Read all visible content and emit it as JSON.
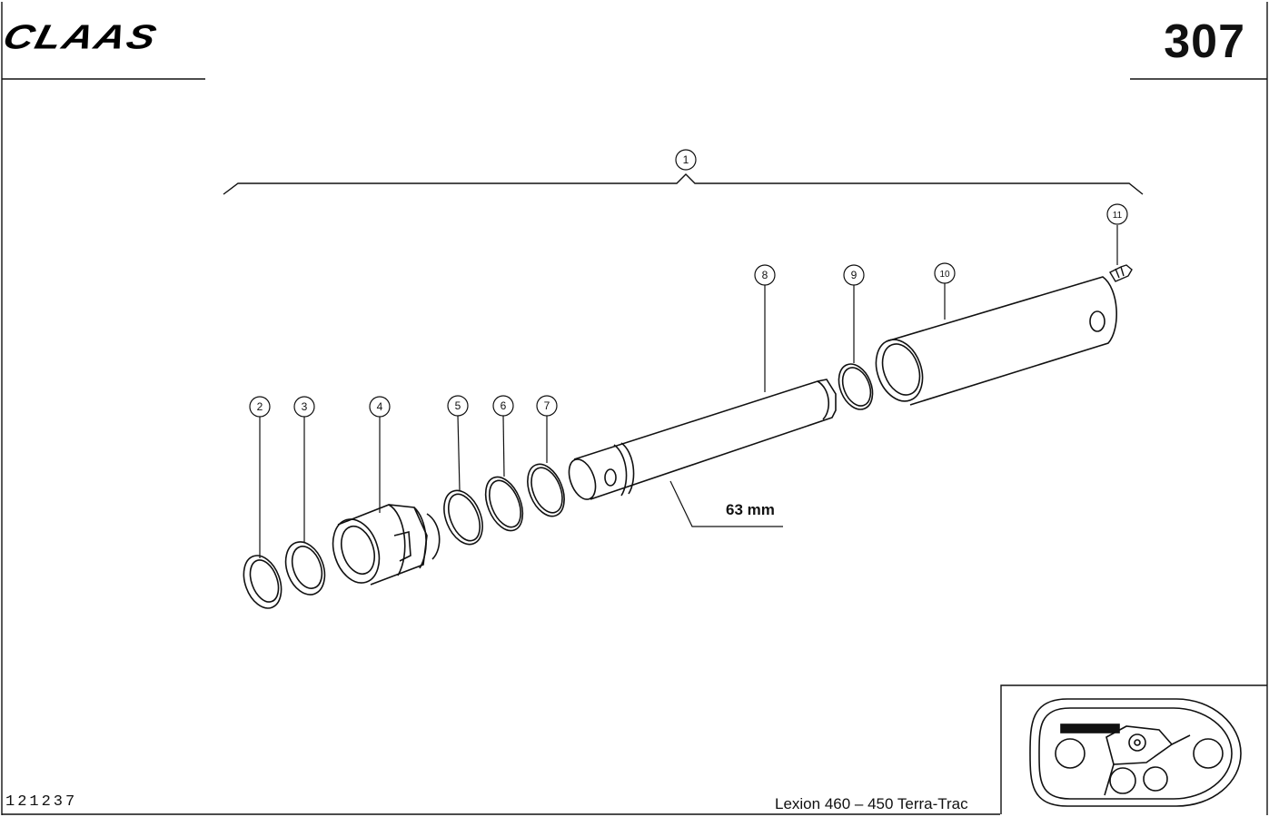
{
  "header": {
    "brand": "CLAAS",
    "page_number": "307"
  },
  "footer": {
    "drawing_number": "121237",
    "model": "Lexion 460 – 450 Terra-Trac"
  },
  "diagram": {
    "dimension_label": "63 mm",
    "callouts": [
      "1",
      "2",
      "3",
      "4",
      "5",
      "6",
      "7",
      "8",
      "9",
      "10",
      "11"
    ]
  },
  "colors": {
    "ink": "#111111",
    "paper": "#ffffff"
  }
}
